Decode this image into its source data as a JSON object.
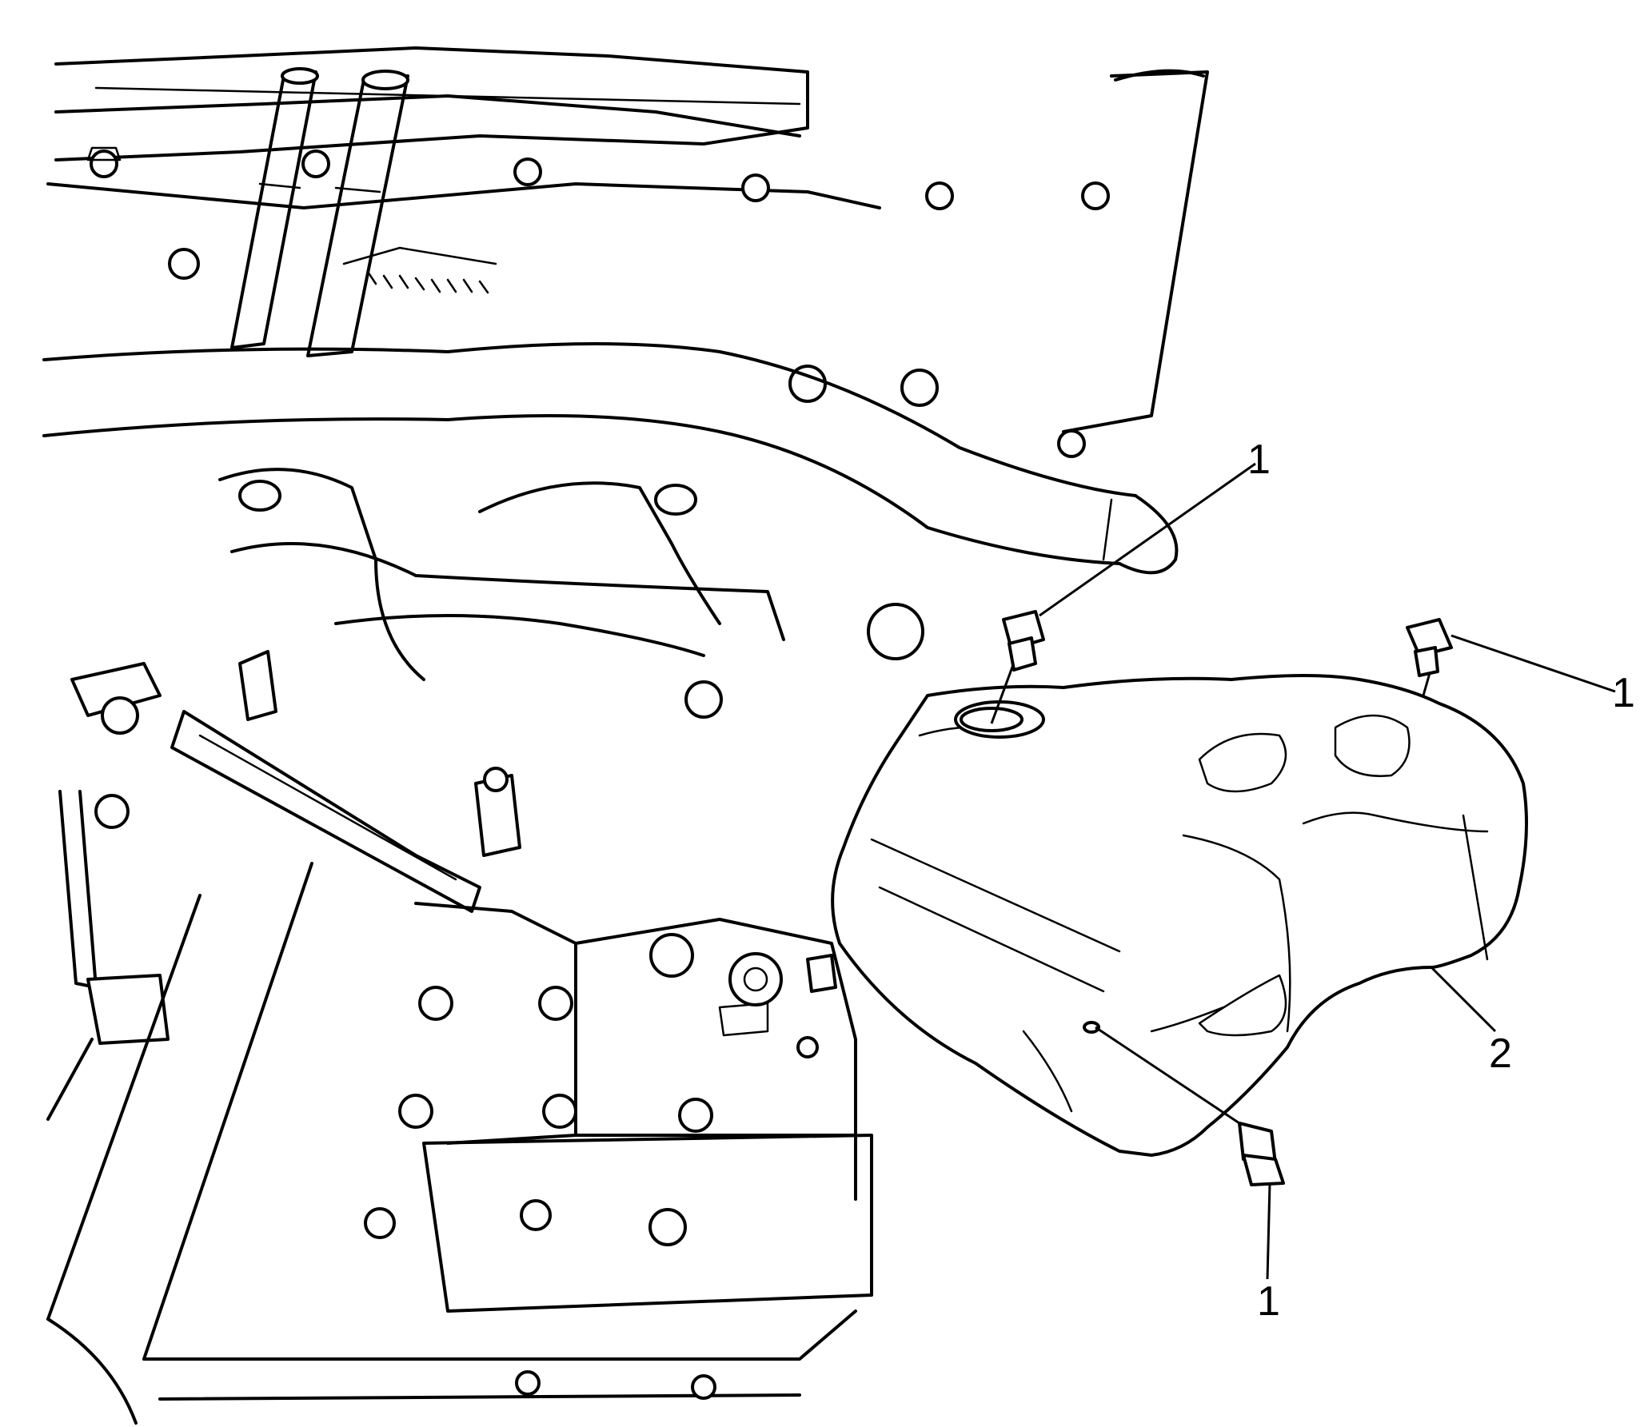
{
  "diagram": {
    "callouts": [
      {
        "id": "bolt-top",
        "label": "1"
      },
      {
        "id": "bolt-right",
        "label": "1"
      },
      {
        "id": "bolt-bottom",
        "label": "1"
      },
      {
        "id": "heat-shield",
        "label": "2"
      }
    ]
  }
}
